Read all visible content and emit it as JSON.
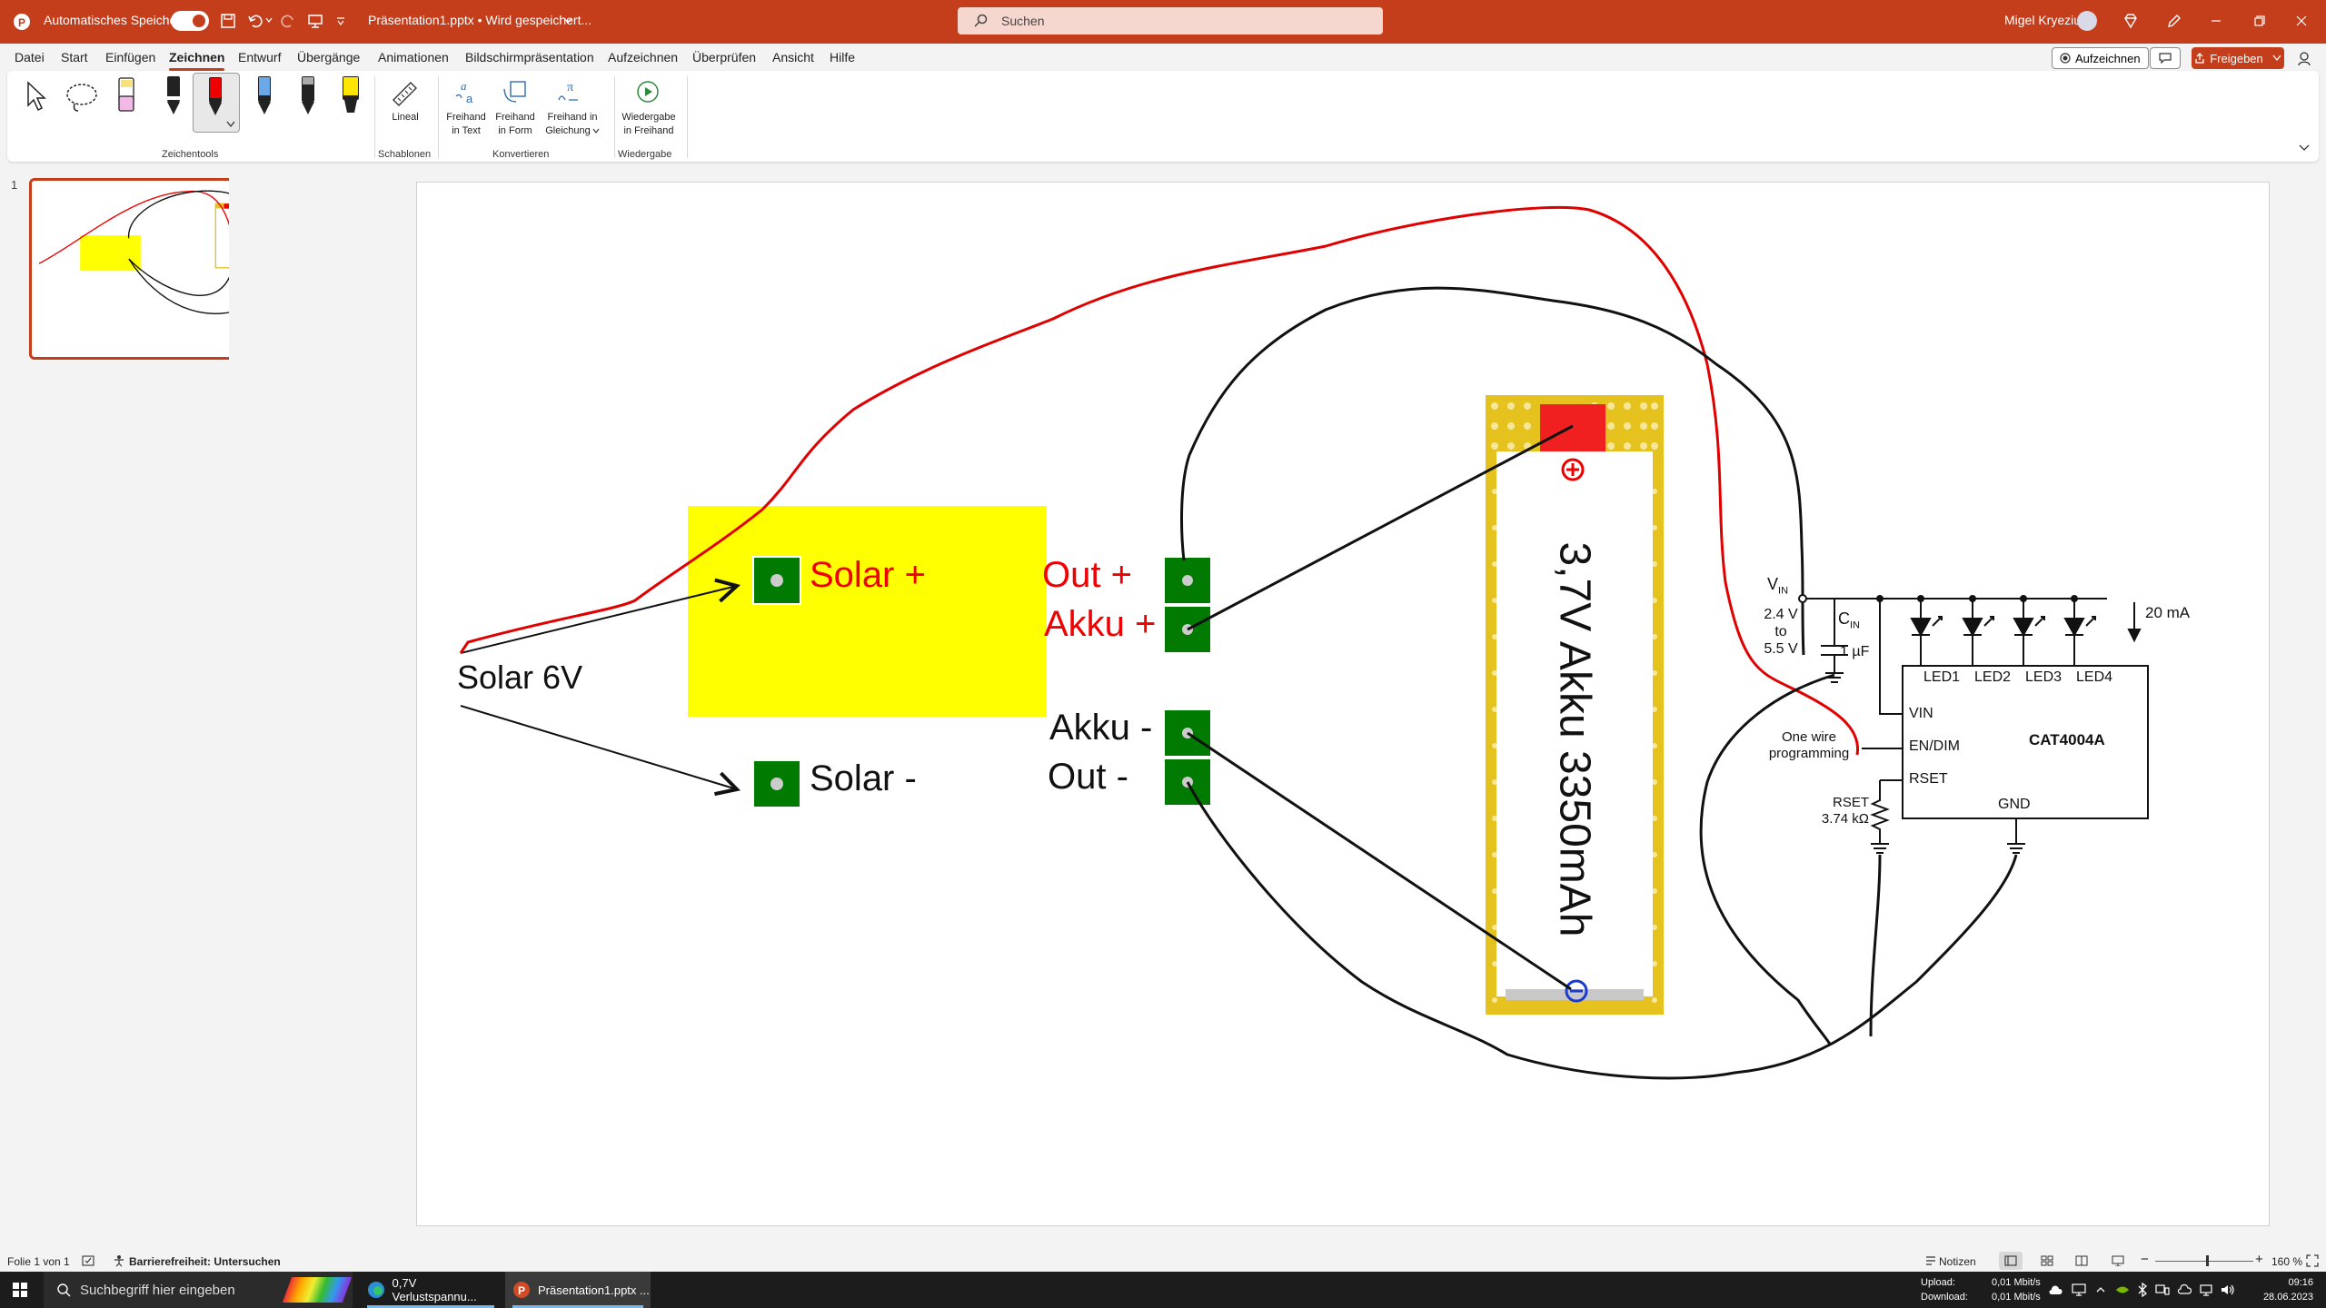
{
  "titlebar": {
    "autosave_label": "Automatisches Speichern",
    "filename": "Präsentation1.pptx • Wird gespeichert...",
    "search_placeholder": "Suchen",
    "user": "Migel Kryeziu"
  },
  "menu": {
    "tabs": [
      "Datei",
      "Start",
      "Einfügen",
      "Zeichnen",
      "Entwurf",
      "Übergänge",
      "Animationen",
      "Bildschirmpräsentation",
      "Aufzeichnen",
      "Überprüfen",
      "Ansicht",
      "Hilfe"
    ],
    "active": "Zeichnen",
    "record_button": "Aufzeichnen",
    "share_button": "Freigeben"
  },
  "ribbon": {
    "groups": {
      "drawing_tools": "Zeichentools",
      "templates": "Schablonen",
      "convert": "Konvertieren",
      "replay": "Wiedergabe"
    },
    "buttons": {
      "ruler": "Lineal",
      "ink_to_text": [
        "Freihand",
        "in Text"
      ],
      "ink_to_shape": [
        "Freihand",
        "in Form"
      ],
      "ink_to_math": [
        "Freihand in",
        "Gleichung"
      ],
      "ink_replay": [
        "Wiedergabe",
        "in Freihand"
      ]
    },
    "colors": {
      "accent": "#c43e1c"
    }
  },
  "slides_panel": {
    "slide_number": "1"
  },
  "slide": {
    "module": {
      "solar_plus": "Solar +",
      "solar_minus": "Solar -",
      "out_plus": "Out +",
      "akku_plus": "Akku +",
      "akku_minus": "Akku -",
      "out_minus": "Out -"
    },
    "solar_label": "Solar 6V",
    "battery_label": "3,7V Akku 3350mAh",
    "circuit": {
      "vin": "V",
      "vin_sub": "IN",
      "range": [
        "2.4 V",
        "to",
        "5.5 V"
      ],
      "cin": "C",
      "cin_sub": "IN",
      "cin_val": "1 µF",
      "current": "20 mA",
      "leds": [
        "LED1",
        "LED2",
        "LED3",
        "LED4"
      ],
      "chip": "CAT4004A",
      "pins": [
        "VIN",
        "EN/DIM",
        "RSET"
      ],
      "gnd": "GND",
      "one_wire": [
        "One wire",
        "programming"
      ],
      "rset": [
        "RSET",
        "3.74 kΩ"
      ]
    },
    "colors": {
      "module": "#ffff00",
      "terminal": "#007a00",
      "wire_red": "#e00000",
      "battery_frame": "#e6c21e"
    }
  },
  "statusbar": {
    "slide_info": "Folie 1 von 1",
    "accessibility": "Barrierefreiheit: Untersuchen",
    "notes": "Notizen",
    "zoom": "160 %"
  },
  "taskbar": {
    "search_placeholder": "Suchbegriff hier eingeben",
    "tasks": [
      "0,7V Verlustspannu...",
      "Präsentation1.pptx ..."
    ],
    "net": [
      "Upload:",
      "Download:"
    ],
    "net_vals": [
      "0,01 Mbit/s",
      "0,01 Mbit/s"
    ],
    "time": "09:16",
    "date": "28.06.2023"
  }
}
